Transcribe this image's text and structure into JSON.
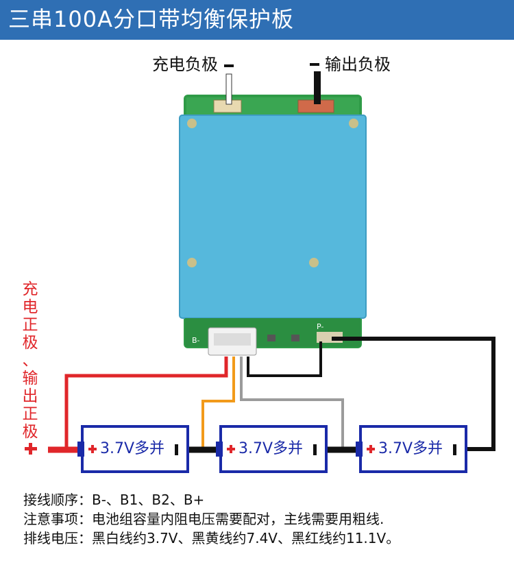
{
  "header": {
    "title": "三串100A分口带均衡保护板",
    "color": "#2f6fb4"
  },
  "terminals": {
    "charge_negative": "充电负极",
    "output_negative": "输出负极",
    "positive_label": [
      "充",
      "电",
      "正",
      "极",
      "、",
      "输",
      "出",
      "正",
      "极"
    ]
  },
  "batteries": [
    {
      "label": "3.7V多并"
    },
    {
      "label": "3.7V多并"
    },
    {
      "label": "3.7V多并"
    }
  ],
  "board_labels": {
    "b_minus": "B-",
    "p_minus": "P-"
  },
  "notes": [
    "接线顺序：B-、B1、B2、B+",
    "注意事项：电池组容量内阻电压需要配对，主线需要用粗线.",
    "排线电压：黑白线约3.7V、黑黄线约7.4V、黑红线约11.1V。"
  ],
  "colors": {
    "accent_red": "#e0262a",
    "battery_border": "#1a2aa8",
    "board_cover": "#56b8dc",
    "pcb_green": "#2f9b47"
  }
}
